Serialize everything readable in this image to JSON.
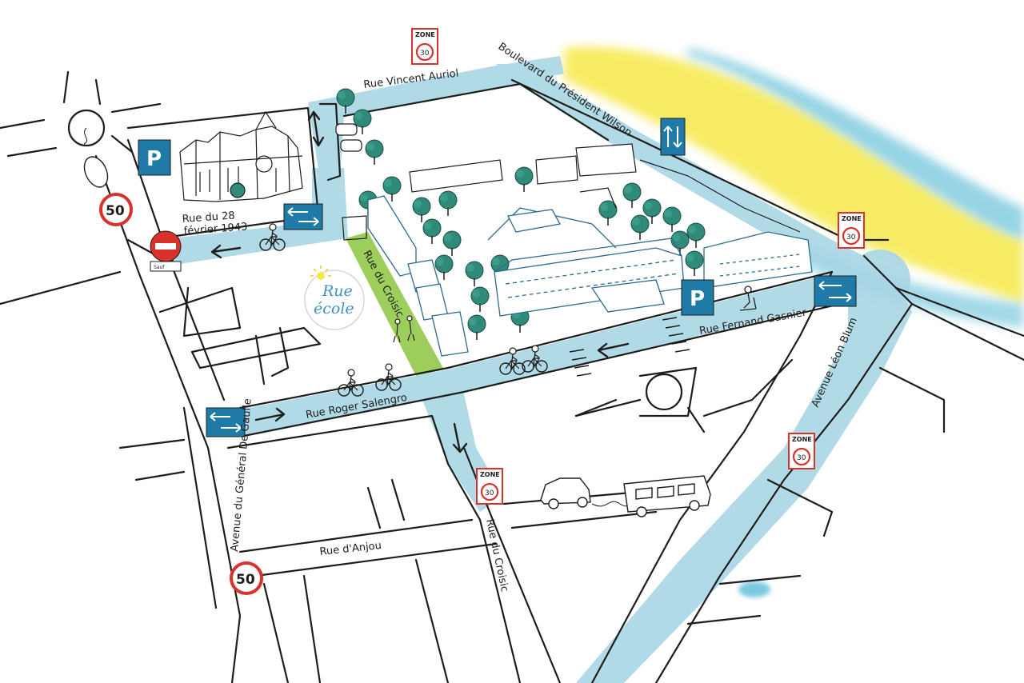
{
  "map": {
    "colors": {
      "road_fill": "#a9d6e5",
      "pedestrian_street": "#8cc63f",
      "sea_blue": "#7cc9df",
      "sand_yellow": "#f6e84a",
      "tree_green": "#2f8a7a",
      "sign_blue": "#1f7aa8",
      "sign_red": "#d9312b",
      "outline": "#1d1d1b"
    },
    "streets": {
      "vincent_auriol": "Rue Vincent Auriol",
      "president_wilson": "Boulevard du Président Wilson",
      "rue_28_fevrier_line1": "Rue du 28",
      "rue_28_fevrier_line2": "février 1943",
      "croisic_north": "Rue du Croisic",
      "fernand_gasnier": "Rue Fernand Gasnier",
      "roger_salengro": "Rue Roger Salengro",
      "general_de_gaulle": "Avenue du Général De Gaulle",
      "leon_blum": "Avenue Léon Blum",
      "rue_anjou": "Rue d'Anjou",
      "croisic_south": "Rue du Croisic"
    },
    "signs": {
      "zone_title": "ZONE",
      "zone_value": "30",
      "speed_limit": "50",
      "parking": "P",
      "no_entry_sublabel": "Sauf"
    },
    "logo": {
      "line1": "Rue",
      "line2": "école"
    },
    "icons": [
      "roundabout-icon",
      "car-icon",
      "bus-icon",
      "bicycle-icon",
      "tree-icon",
      "church-icon",
      "school-building-icon",
      "one-way-arrow-icon",
      "two-way-bike-sign-icon",
      "no-entry-sign-icon",
      "parking-sign-icon",
      "pedestrian-crossing-icon",
      "scooter-rider-icon",
      "sun-icon"
    ]
  }
}
